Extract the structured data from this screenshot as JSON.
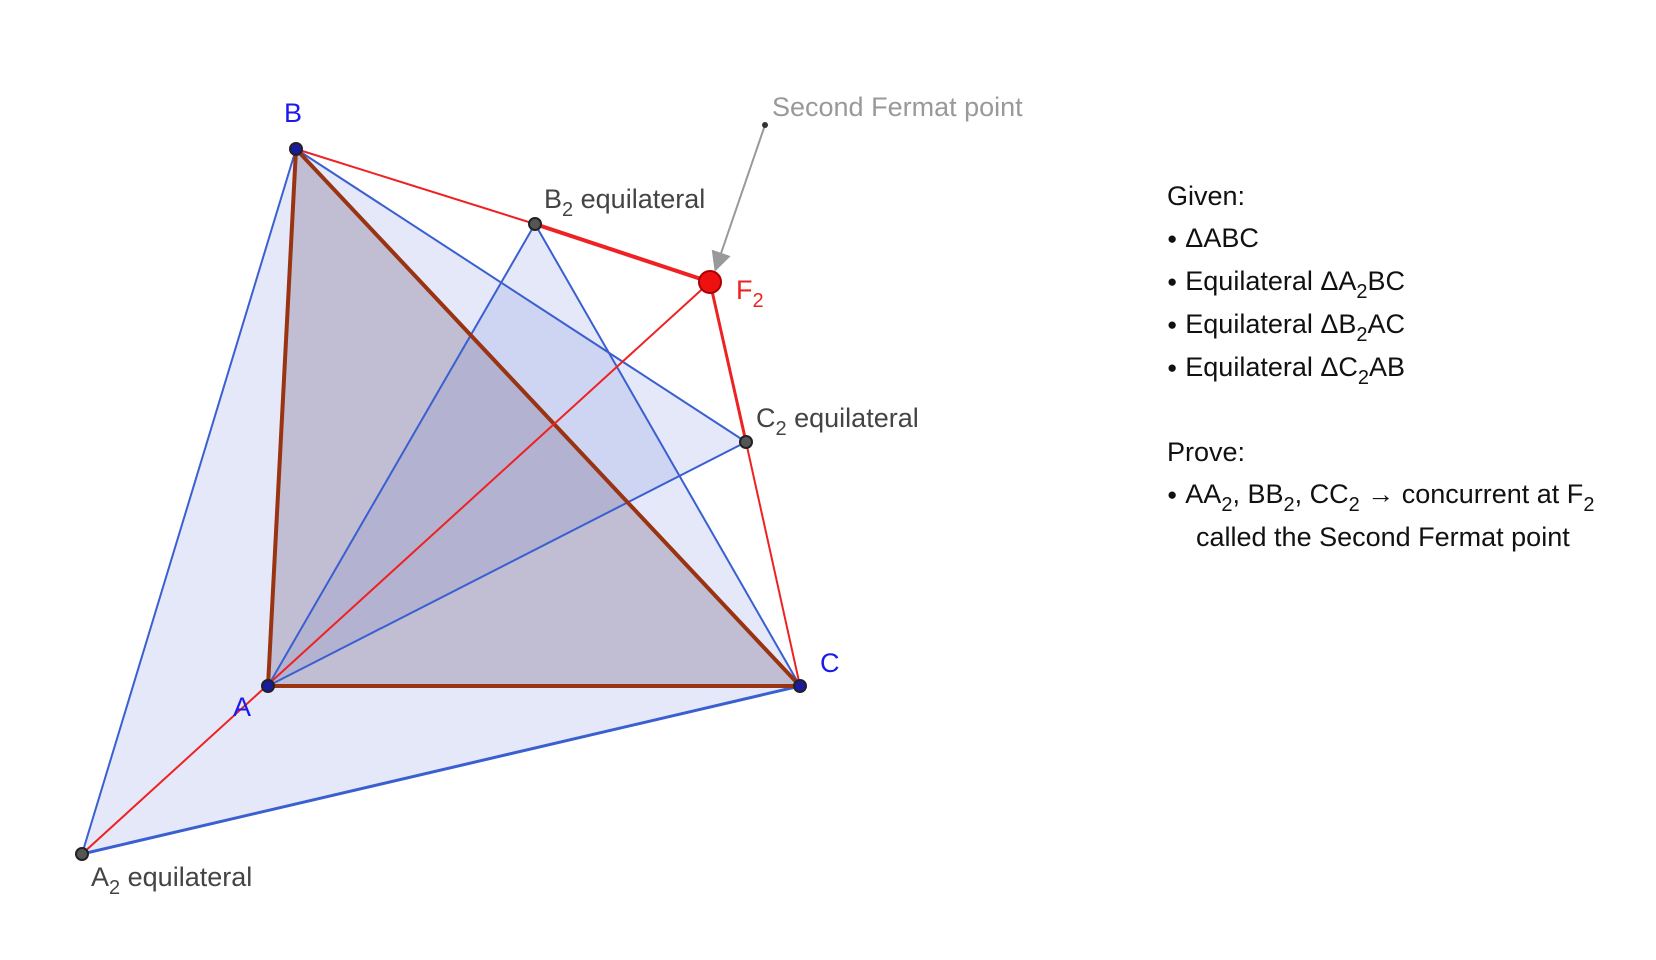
{
  "diagram": {
    "points": {
      "A": "A",
      "B": "B",
      "C": "C",
      "F2": "F",
      "F2_sub": "2"
    },
    "labels": {
      "a2": {
        "main": "A",
        "sub": "2",
        "rest": " equilateral"
      },
      "b2": {
        "main": "B",
        "sub": "2",
        "rest": " equilateral"
      },
      "c2": {
        "main": "C",
        "sub": "2",
        "rest": " equilateral"
      },
      "second_fermat": "Second Fermat point"
    },
    "colors": {
      "blue": "#3a5fd0",
      "red": "#ee2222",
      "brown": "#993311",
      "point_blue": "#1a1aa0",
      "label_gray": "#999999"
    }
  },
  "panel": {
    "given_heading": "Given:",
    "given": [
      {
        "a": "ΔABC"
      },
      {
        "a": "Equilateral ΔA",
        "sub": "2",
        "b": "BC"
      },
      {
        "a": "Equilateral ΔB",
        "sub": "2",
        "b": "AC"
      },
      {
        "a": "Equilateral ΔC",
        "sub": "2",
        "b": "AB"
      }
    ],
    "prove_heading": "Prove:",
    "prove": {
      "p1": "AA",
      "s1": "2",
      "p2": ", BB",
      "s2": "2",
      "p3": ", CC",
      "s3": "2",
      "p4": " → concurrent at F",
      "s4": "2",
      "line2": "called the Second Fermat point"
    }
  }
}
